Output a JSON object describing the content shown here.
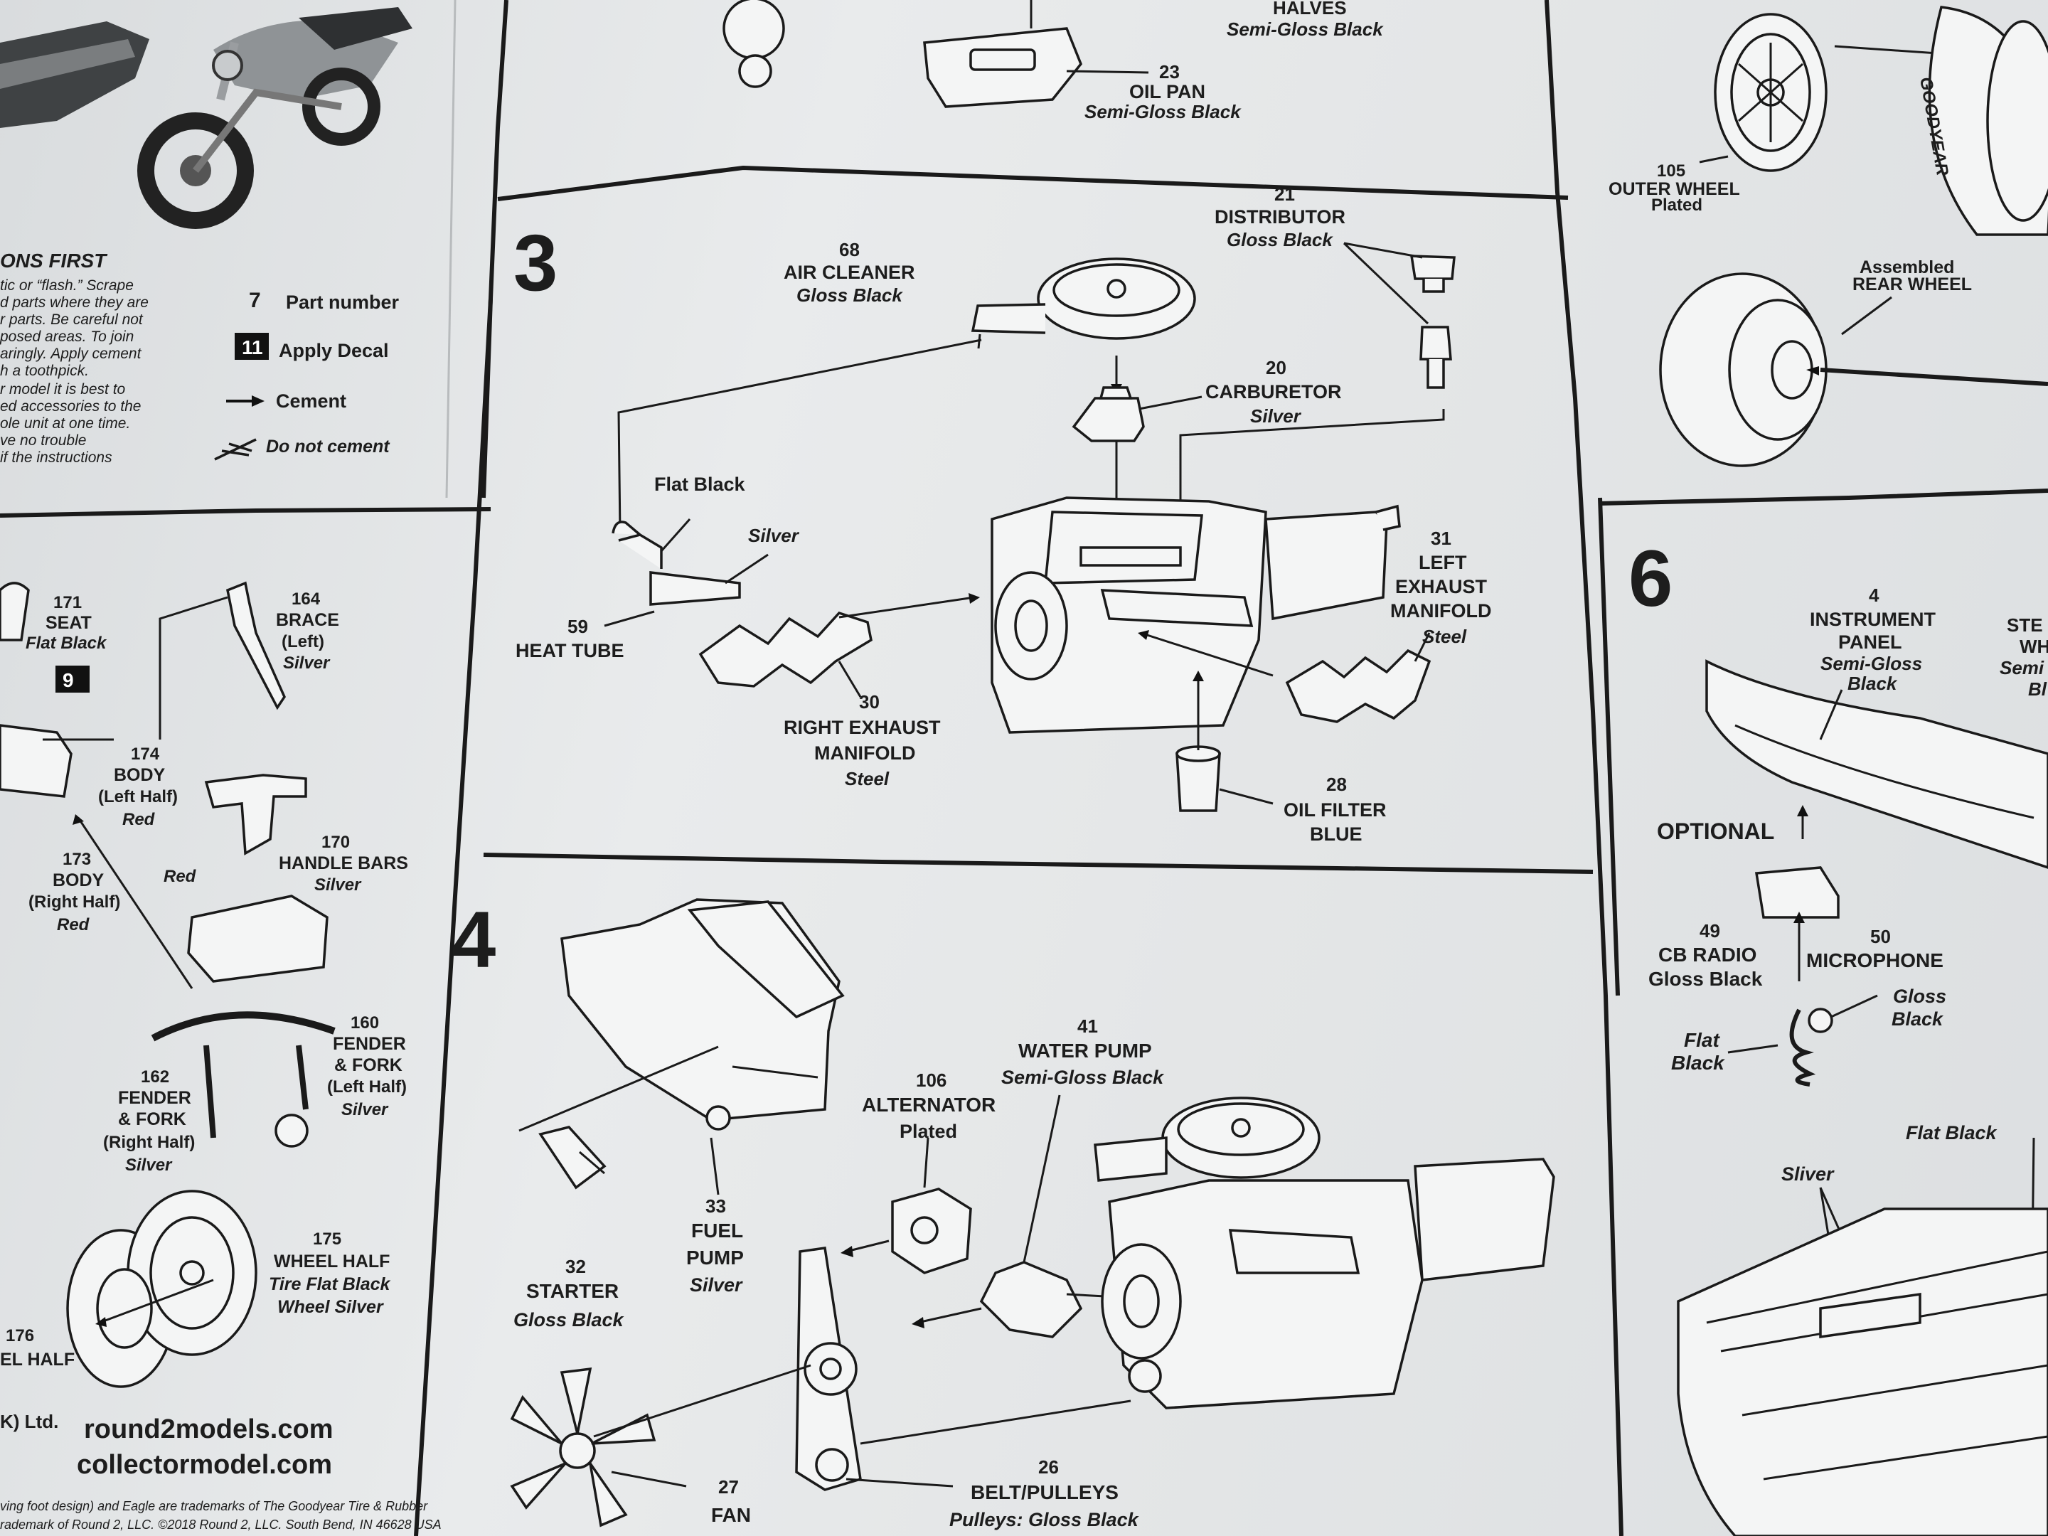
{
  "legend": {
    "heading": "ONS FIRST",
    "body": [
      "tic or “flash.” Scrape",
      "d parts where they are",
      "r parts. Be careful not",
      "posed areas. To join",
      "aringly. Apply cement",
      "h a toothpick.",
      "r model it is best to",
      "ed accessories to the",
      "ole unit at one time.",
      "ve      no      trouble",
      "if  the  instructions"
    ],
    "part_number_sym": "7",
    "part_number": "Part number",
    "decal_sym": "11",
    "apply_decal": "Apply Decal",
    "cement": "Cement",
    "do_not_cement": "Do not cement"
  },
  "top_step": {
    "halves": "HALVES",
    "halves_color": "Semi-Gloss Black",
    "oil_pan_num": "23",
    "oil_pan": "OIL PAN",
    "oil_pan_color": "Semi-Gloss Black"
  },
  "step3": {
    "num": "3",
    "air_cleaner_num": "68",
    "air_cleaner": "AIR CLEANER",
    "air_cleaner_color": "Gloss Black",
    "distributor_num": "21",
    "distributor": "DISTRIBUTOR",
    "distributor_color": "Gloss Black",
    "carburetor_num": "20",
    "carburetor": "CARBURETOR",
    "carburetor_color": "Silver",
    "flat_black": "Flat Black",
    "silver": "Silver",
    "heat_tube_num": "59",
    "heat_tube": "HEAT TUBE",
    "right_exhaust_num": "30",
    "right_exhaust_1": "RIGHT EXHAUST",
    "right_exhaust_2": "MANIFOLD",
    "right_exhaust_color": "Steel",
    "left_exhaust_num": "31",
    "left_exhaust_1": "LEFT",
    "left_exhaust_2": "EXHAUST",
    "left_exhaust_3": "MANIFOLD",
    "left_exhaust_color": "Steel",
    "oil_filter_num": "28",
    "oil_filter": "OIL FILTER",
    "oil_filter_color": "BLUE"
  },
  "step4": {
    "num": "4",
    "water_pump_num": "41",
    "water_pump": "WATER PUMP",
    "water_pump_color": "Semi-Gloss Black",
    "alternator_num": "106",
    "alternator": "ALTERNATOR",
    "alternator_color": "Plated",
    "fuel_pump_num": "33",
    "fuel_pump_1": "FUEL",
    "fuel_pump_2": "PUMP",
    "fuel_pump_color": "Silver",
    "starter_num": "32",
    "starter": "STARTER",
    "starter_color": "Gloss Black",
    "fan_num": "27",
    "fan": "FAN",
    "belt_num": "26",
    "belt": "BELT/PULLEYS",
    "belt_color": "Pulleys: Gloss Black"
  },
  "step5": {
    "outer_wheel_num": "105",
    "outer_wheel": "OUTER WHEEL",
    "outer_wheel_color": "Plated",
    "assembled": "Assembled",
    "rear_wheel": "REAR WHEEL",
    "tire_brand": "GOODYEAR"
  },
  "step6": {
    "num": "6",
    "instrument_num": "4",
    "instrument_1": "INSTRUMENT",
    "instrument_2": "PANEL",
    "instrument_color_1": "Semi-Gloss",
    "instrument_color_2": "Black",
    "ste_1": "STE",
    "ste_2": "WH",
    "ste_3": "Semi",
    "ste_4": "Bl",
    "optional": "OPTIONAL",
    "cb_num": "49",
    "cb": "CB RADIO",
    "cb_color": "Gloss Black",
    "mic_num": "50",
    "mic": "MICROPHONE",
    "mic_color_1": "Gloss",
    "mic_color_2": "Black",
    "flat_1": "Flat",
    "flat_2": "Black",
    "flat_black": "Flat Black",
    "sliver": "Sliver"
  },
  "bike": {
    "seat_num": "171",
    "seat": "SEAT",
    "seat_color": "Flat Black",
    "decal_num": "9",
    "brace_num": "164",
    "brace": "BRACE",
    "brace_side": "(Left)",
    "brace_color": "Silver",
    "body_left_num": "174",
    "body_left": "BODY",
    "body_left_side": "(Left Half)",
    "body_left_color": "Red",
    "handle_num": "170",
    "handle": "HANDLE BARS",
    "handle_color": "Silver",
    "red": "Red",
    "body_right_num": "173",
    "body_right": "BODY",
    "body_right_side": "(Right Half)",
    "body_right_color": "Red",
    "fender_l_num": "160",
    "fender_l_1": "FENDER",
    "fender_l_2": "& FORK",
    "fender_l_side": "(Left Half)",
    "fender_l_color": "Silver",
    "fender_r_num": "162",
    "fender_r_1": "FENDER",
    "fender_r_2": "& FORK",
    "fender_r_side": "(Right Half)",
    "fender_r_color": "Silver",
    "wheel_num": "175",
    "wheel_1": "WHEEL HALF",
    "wheel_2": "Tire Flat Black",
    "wheel_3": "Wheel Silver",
    "wheel_b_num": "176",
    "wheel_b": "EL HALF"
  },
  "footer": {
    "ltd": "K) Ltd.",
    "url1": "round2models.com",
    "url2": "collectormodel.com",
    "fine1": "ving foot design) and Eagle are trademarks of The Goodyear Tire & Rubber",
    "fine2": "rademark of Round 2, LLC. ©2018 Round 2, LLC. South Bend, IN 46628 USA"
  }
}
